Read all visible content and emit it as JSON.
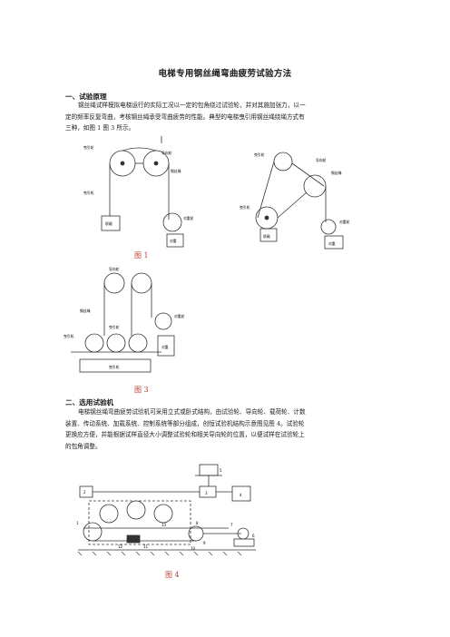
{
  "doc": {
    "title": "电梯专用钢丝绳弯曲疲劳试验方法",
    "section1": {
      "heading": "一、试验原理",
      "para_line1": "钢丝绳试样模拟电梯运行的实际工况以一定的包角绕过试验轮，并对其施加张力，以一",
      "para_line2": "定的频率反复弯曲，考核钢丝绳承受弯曲疲劳的性能。典型的电梯曳引用钢丝绳绕绳方式有",
      "para_line3": "三种，如图 1    图 3 所示。"
    },
    "section2": {
      "heading": "二、选用试验机",
      "para_line1": "电梯钢丝绳弯曲疲劳试验机可采用立式或卧式结构，由试验轮、导向轮、载荷轮、计数",
      "para_line2": "装置、传动系统、加载系统、控制系统等部分组成，创恒试验机结构示意图见图 4。试验轮",
      "para_line3": "更换应方便，并能根据试样直径大小调整试验轮和相关导向轮的位置，以便试样在试验轮上",
      "para_line4": "的包角调整。"
    },
    "figures": {
      "fig1_caption": "图 1",
      "fig3_caption": "图 3",
      "fig4_caption": "图 4",
      "f1_label_a": "曳引轮",
      "f1_label_b": "导向轮",
      "f1_label_c": "钢丝绳",
      "f1_label_d": "轿厢",
      "f1_label_e": "对重",
      "f1_label_f": "曳引机",
      "f1_label_g": "对重轮",
      "f2_label_a": "曳引轮",
      "f2_label_b": "导向轮",
      "f2_label_c": "钢丝绳",
      "f2_label_d": "轿厢",
      "f2_label_e": "对重",
      "f2_label_f": "曳引机",
      "f2_label_g": "对重轮",
      "f3_label_a": "导向轮",
      "f3_label_b": "钢丝绳",
      "f3_label_c": "曳引轮",
      "f3_label_d": "曳引机",
      "f3_label_e": "对重轮",
      "f3_label_f": "对重",
      "f3_label_g": "曳引机",
      "f4_n1": "1",
      "f4_n2": "2",
      "f4_n3": "3",
      "f4_n4": "4",
      "f4_n5": "5",
      "f4_n6": "6",
      "f4_n7": "7",
      "f4_n8": "8",
      "f4_n9": "9",
      "f4_n10": "10",
      "f4_n11": "11",
      "f4_n12": "12",
      "f4_n13": "13"
    }
  }
}
